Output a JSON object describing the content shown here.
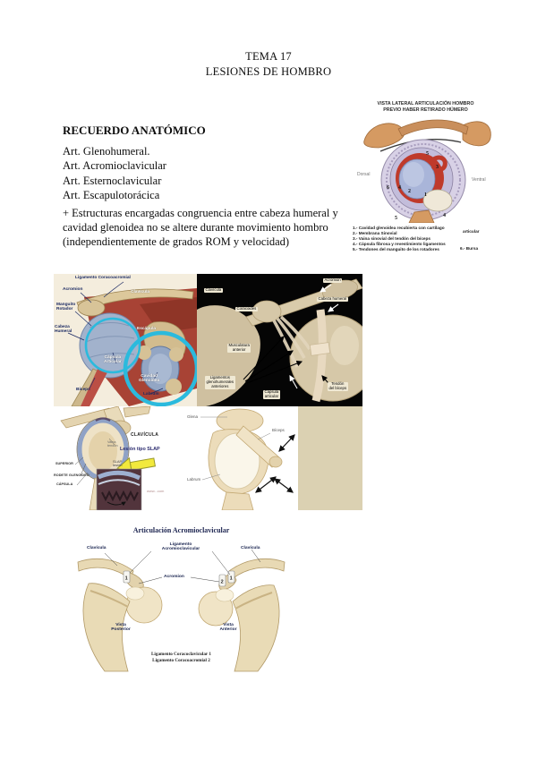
{
  "document": {
    "title_line1": "TEMA 17",
    "title_line2": "LESIONES DE HOMBRO"
  },
  "recuerdo": {
    "heading": "RECUERDO ANATÓMICO",
    "items": [
      "Art. Glenohumeral.",
      "Art. Acromioclavicular",
      "Art. Esternoclavicular",
      "Art. Escapulotorácica"
    ],
    "para_line1": "+ Estructuras encargadas congruencia entre cabeza humeral y",
    "para_line2": "cavidad glenoidea no se altere durante movimiento hombro",
    "para_line3": "(independientemente de grados ROM y velocidad)"
  },
  "lateral_figure": {
    "title_line1": "VISTA LATERAL ARTICULACIÓN HOMBRO",
    "title_line2": "PREVIO HABER RETIRADO HÚMERO",
    "dorsal": "Dorsal",
    "ventral": "Ventral",
    "legend_1": "1.- Cavidad glenoidea recubierta con cartílago",
    "legend_1b": "articular",
    "legend_2": "2.- Membrana Sinovial",
    "legend_3": "3.- Vaina sinovial del tendón del bíceps",
    "legend_4": "4.- Cápsula fibrosa y revestimiento ligamentos",
    "legend_5": "5.- Tendones del manguito de los rotadores",
    "legend_6": "6.- Bursa",
    "n1": "1",
    "n2": "2",
    "n3": "3",
    "n4": "4",
    "n5": "5",
    "n6": "6"
  },
  "collage": {
    "capsule_diagram": {
      "ligamento_coracoacromial": "Ligamento Coracoacromial",
      "acromion": "Acromion",
      "clavicula": "Clavícula",
      "manguito": "Manguito\nRotador",
      "cabeza": "Cabeza\nHumeral",
      "escapula": "Escápula",
      "capsula": "Cápsula\nArticular",
      "cavidad": "Cavidad\nGlenoidea",
      "labrum": "Labrum",
      "biceps": "Bíceps"
    },
    "render3d": {
      "clavicula": "Clavícula",
      "acromion": "Acromion",
      "cabeza_humeral": "Cabeza humeral",
      "coracoides": "Coracoides",
      "musculatura": "Musculatura\nanterior",
      "ligamentos": "Ligamentos\nglenohumerales\nanteriores",
      "capsula": "Cápsula\narticular",
      "tendon": "Tendón\ndel bíceps"
    },
    "slap_diagram": {
      "clavicula": "CLAVÍCULA",
      "lesion": "Lesión tipo SLAP",
      "vaina": "Vaina\ntendón",
      "superior": "SUPERIOR",
      "rodete": "RODETE GLENOIDEO",
      "capsula": "CÁPSULA",
      "slap_lesion": "SLAP\nlesión",
      "watermark": "www...com"
    },
    "glenoid_view": {
      "glena": "Glena",
      "biceps": "Bíceps",
      "labrum": "Labrum"
    }
  },
  "ac_figure": {
    "title": "Articulación Acromioclavicular",
    "clavicula_left": "Clavícula",
    "clavicula_right": "Clavícula",
    "ligamento": "Ligamento\nAcromioclavicular",
    "acromion": "Acromion",
    "vista_posterior": "Vista\nPosterior",
    "vista_anterior": "Vista\nAnterior",
    "legend_line1": "Ligamento Coracoclavicular 1",
    "legend_line2": "Ligamento Coracoacromial 2",
    "num_left": "1",
    "num_right_a": "2",
    "num_right_b": "1"
  }
}
